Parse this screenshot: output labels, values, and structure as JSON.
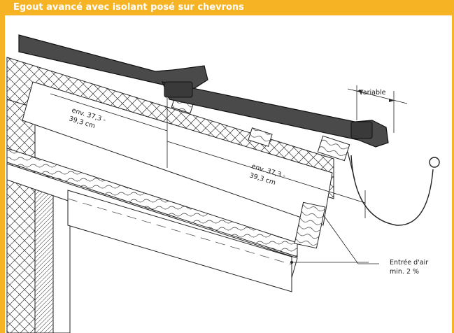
{
  "header": {
    "title": "Egout avancé avec isolant posé sur chevrons",
    "color": "#f6b323"
  },
  "diagram": {
    "labels": {
      "variable": "Variable",
      "gauge_upper_line1": "env. 37,3 -",
      "gauge_upper_line2": "39,3 cm",
      "gauge_lower_line1": "env. 37,3 -",
      "gauge_lower_line2": "39,3 cm",
      "air_inlet_line1": "Entrée d'air",
      "air_inlet_line2": "min. 2 %"
    }
  }
}
